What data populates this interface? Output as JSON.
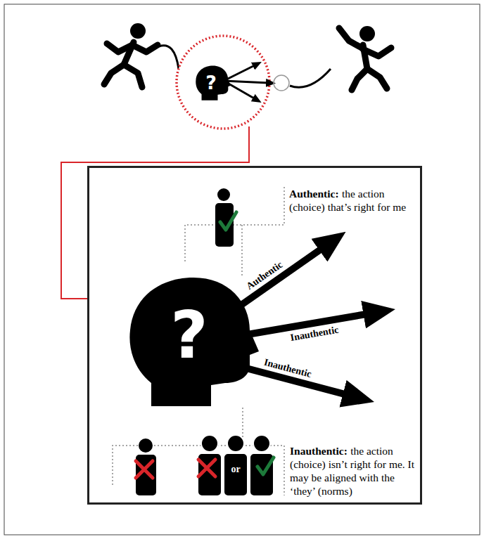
{
  "diagram": {
    "nodes": [
      {
        "text": [
          "Authentic:",
          "the action (choice) that’s right for me",
          "Authentic",
          "Inauthentic",
          "Inauthentic",
          "or",
          "Inauthentic:",
          "the action (choice) isn’t right for me. It may be aligned with the ‘they’ (norms)"
        ]
      }
    ],
    "labels": [
      "?",
      "?"
    ]
  }
}
